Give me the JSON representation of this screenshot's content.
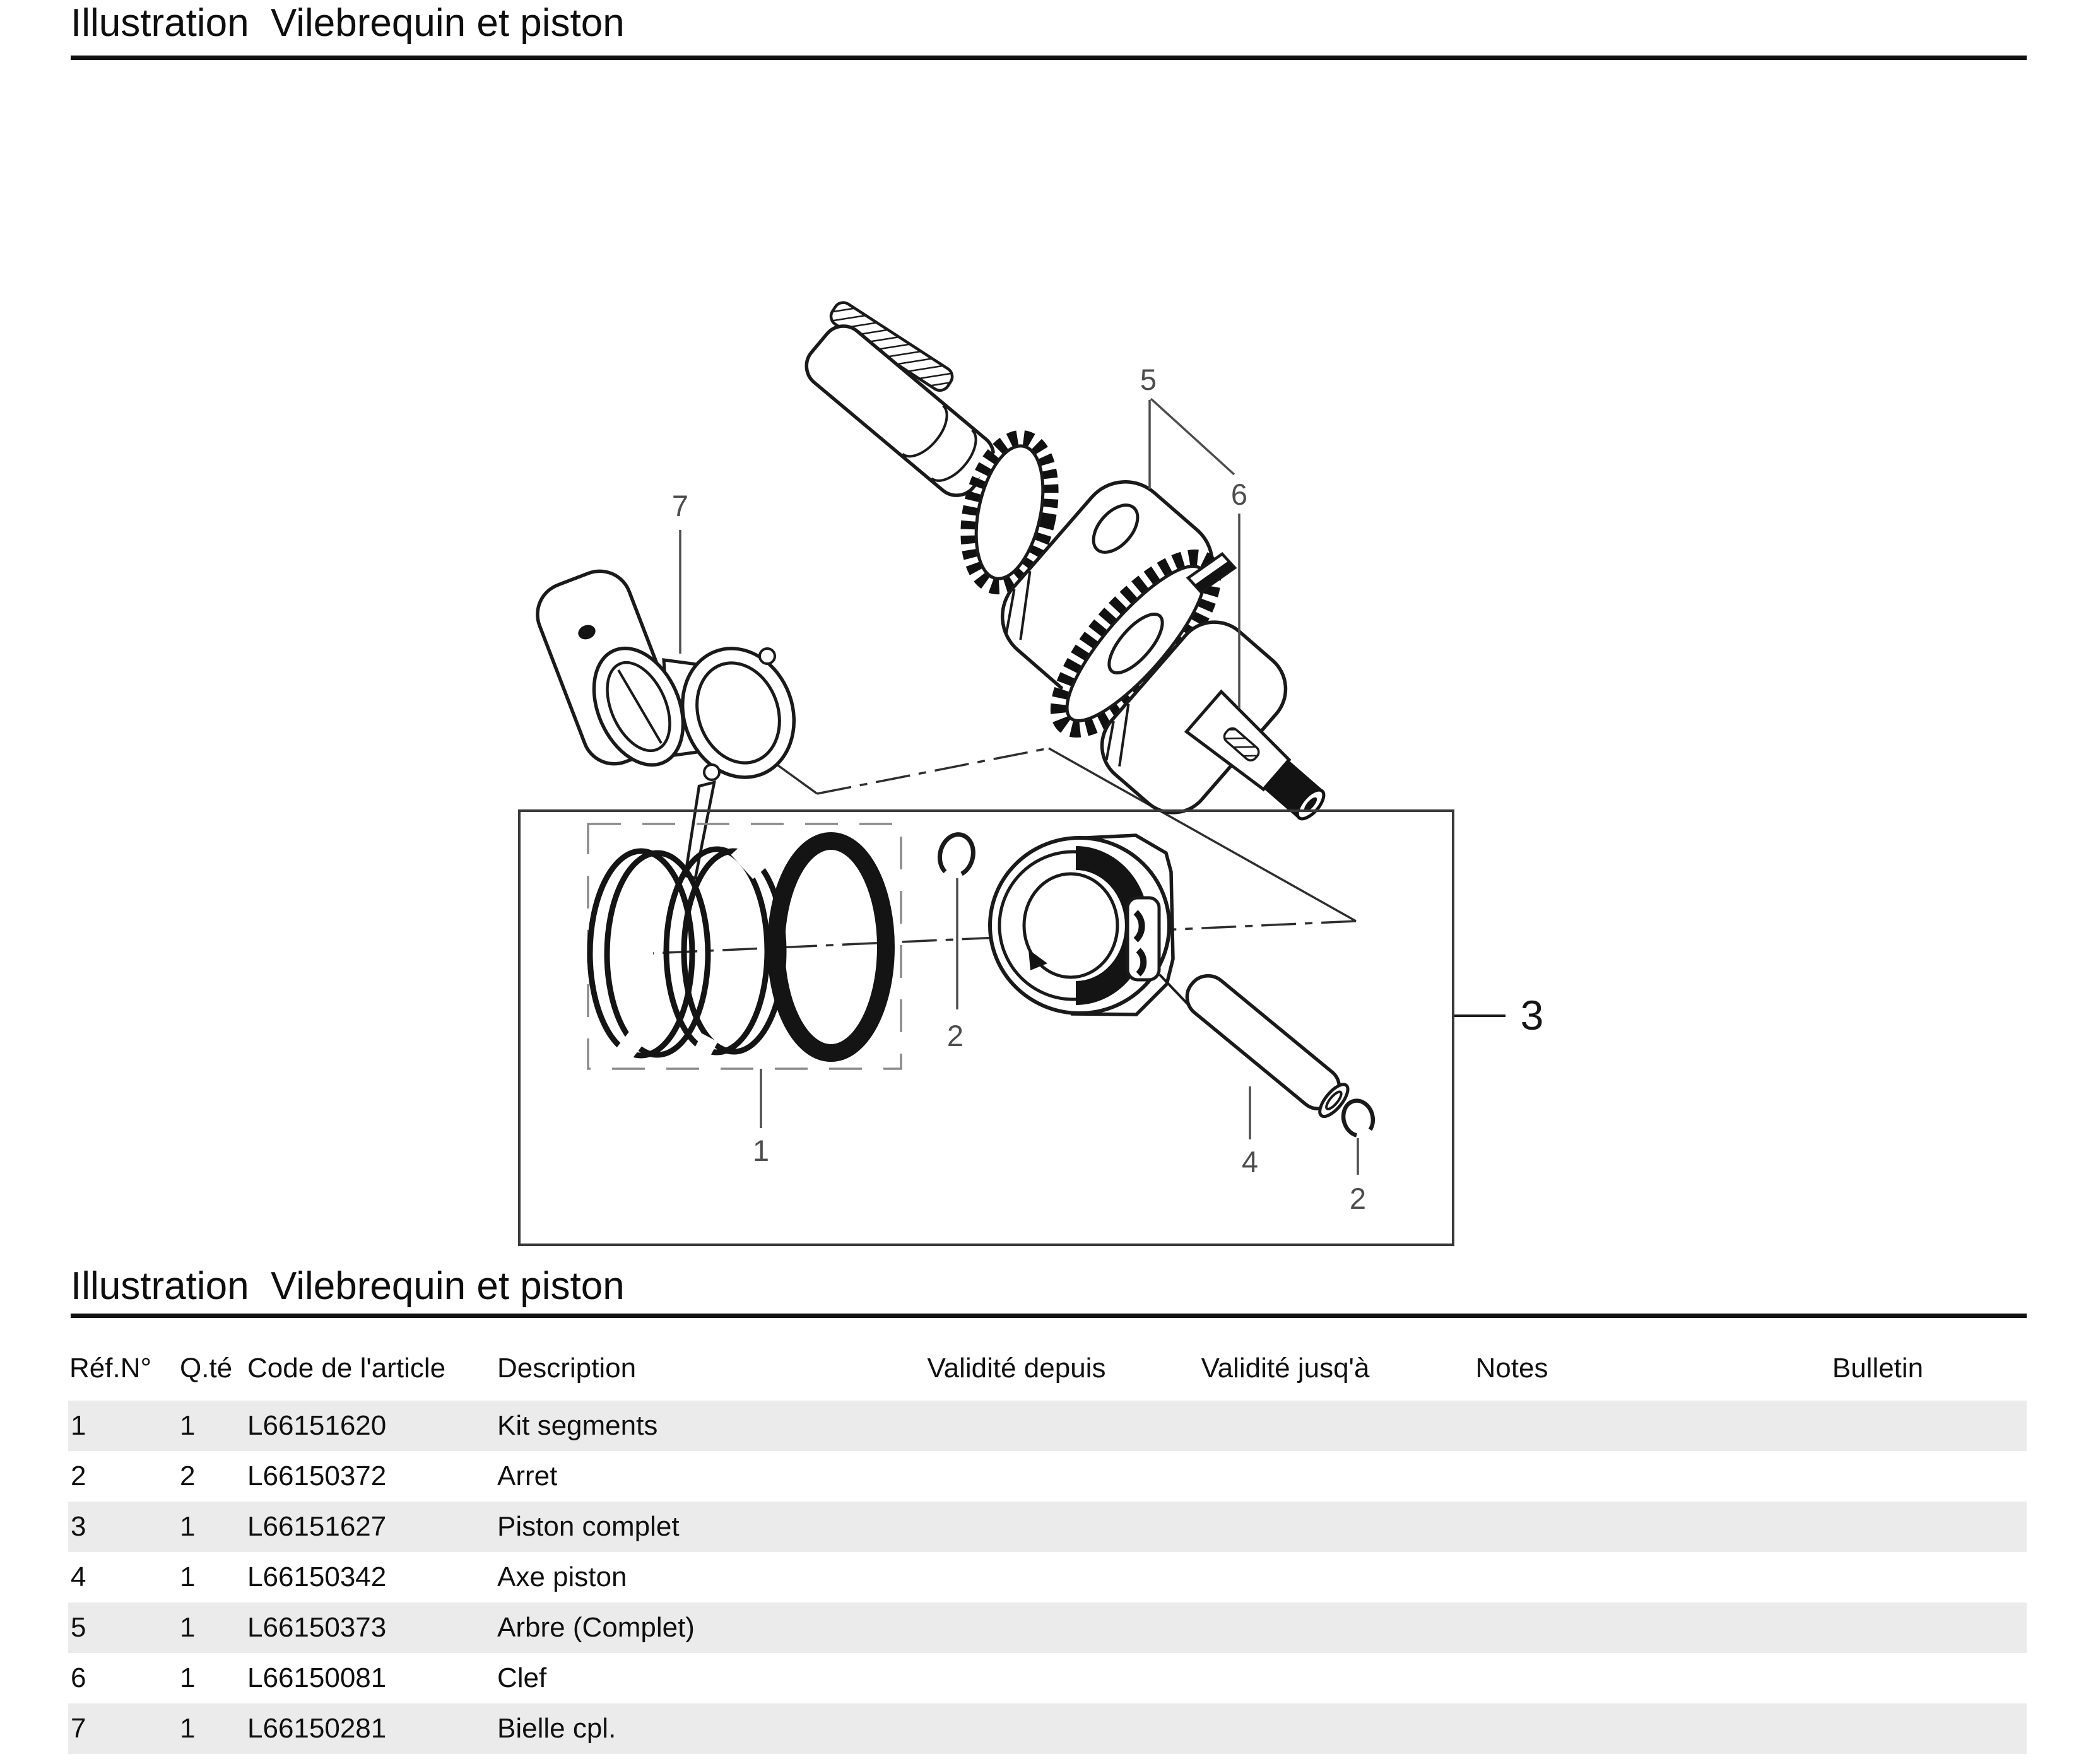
{
  "titles": {
    "top": "Illustration  Vilebrequin et piston",
    "table_section": "Illustration  Vilebrequin et piston"
  },
  "table": {
    "columns": {
      "ref": "Réf.N°",
      "qty": "Q.té",
      "code": "Code de l'article",
      "desc": "Description",
      "valid_from": "Validité depuis",
      "valid_to": "Validité jusq'à",
      "notes": "Notes",
      "bulletin": "Bulletin"
    },
    "rows": [
      {
        "ref": "1",
        "qty": "1",
        "code": "L66151620",
        "desc": "Kit segments"
      },
      {
        "ref": "2",
        "qty": "2",
        "code": "L66150372",
        "desc": "Arret"
      },
      {
        "ref": "3",
        "qty": "1",
        "code": "L66151627",
        "desc": "Piston complet"
      },
      {
        "ref": "4",
        "qty": "1",
        "code": "L66150342",
        "desc": "Axe piston"
      },
      {
        "ref": "5",
        "qty": "1",
        "code": "L66150373",
        "desc": "Arbre (Complet)"
      },
      {
        "ref": "6",
        "qty": "1",
        "code": "L66150081",
        "desc": "Clef"
      },
      {
        "ref": "7",
        "qty": "1",
        "code": "L66150281",
        "desc": "Bielle cpl."
      }
    ]
  },
  "diagram": {
    "callouts": {
      "c1": "1",
      "c2a": "2",
      "c2b": "2",
      "c3": "3",
      "c4": "4",
      "c5": "5",
      "c6": "6",
      "c7": "7"
    }
  },
  "colors": {
    "ink": "#1a1a1a",
    "callout_gray": "#4d4d4d",
    "row_alt_background": "#ebebeb",
    "rule_black": "#111111",
    "construction_line": "#2e2e2e",
    "dashed_box_gray": "#8a8a8a"
  }
}
